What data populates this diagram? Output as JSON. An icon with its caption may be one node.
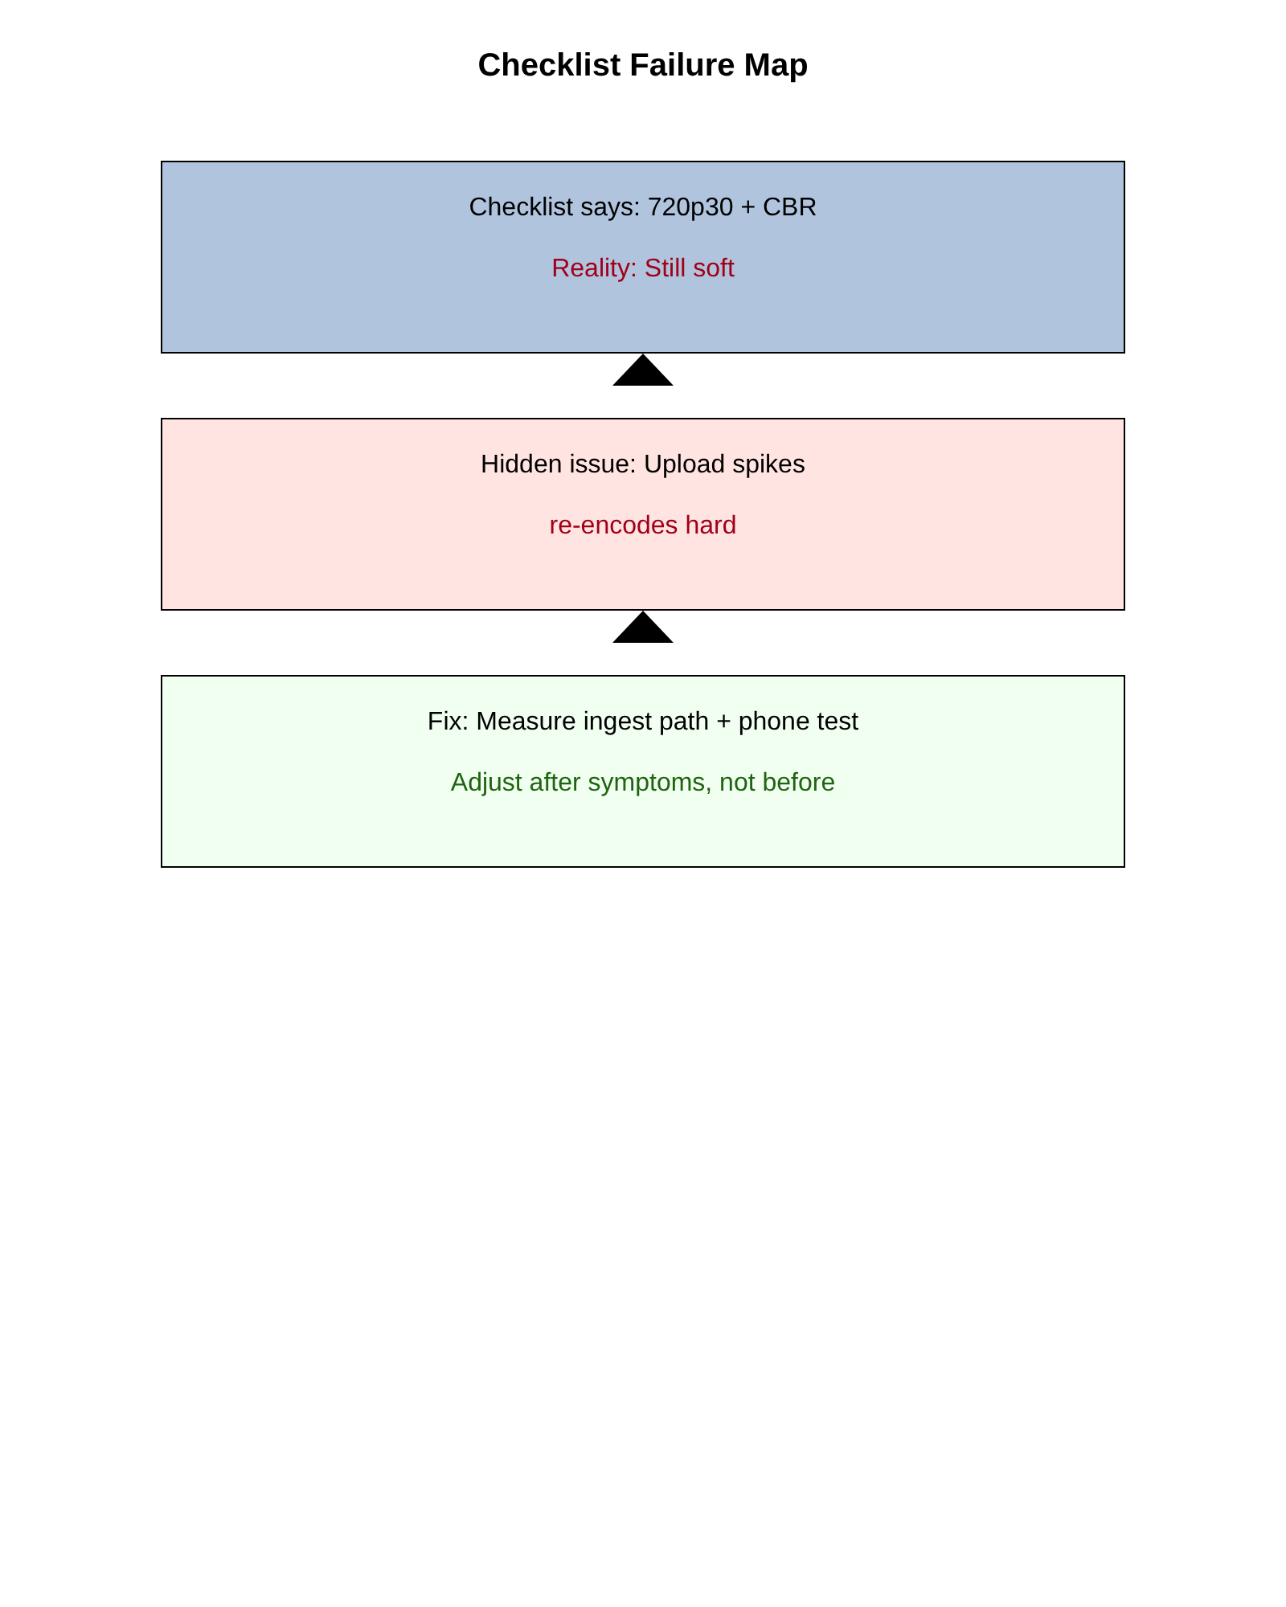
{
  "diagram": {
    "title": "Checklist Failure Map",
    "nodes": [
      {
        "text": [
          "Checklist says: 720p30 + CBR",
          "Reality: Still soft"
        ]
      },
      {
        "text": [
          "Hidden issue: Upload spikes",
          "re-encodes hard"
        ]
      },
      {
        "text": [
          "Fix: Measure ingest path + phone test",
          "Adjust after symptoms, not before"
        ]
      }
    ],
    "edges": [
      {
        "from": 1,
        "to": 0,
        "arrow": "to"
      },
      {
        "from": 2,
        "to": 1,
        "arrow": "to"
      }
    ]
  }
}
